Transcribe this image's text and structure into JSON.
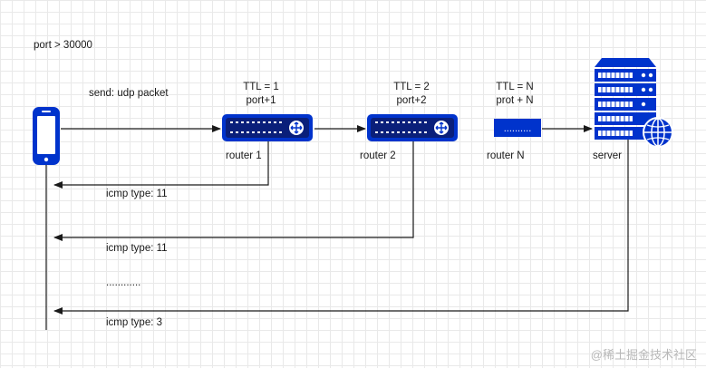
{
  "labels": {
    "port_note": "port > 30000",
    "send": "send: udp packet",
    "r1_ttl": "TTL = 1",
    "r1_port": "port+1",
    "r2_ttl": "TTL = 2",
    "r2_port": "port+2",
    "rn_ttl": "TTL = N",
    "rn_port": "prot + N",
    "router1": "router 1",
    "router2": "router 2",
    "routerN": "router N",
    "routerN_inner": "..........",
    "server": "server",
    "icmp1": "icmp  type: 11",
    "icmp2": "icmp  type: 11",
    "ellipsis": "............",
    "icmp3": "icmp type: 3"
  },
  "colors": {
    "device_blue": "#0033cc",
    "device_dark": "#0a1f7a",
    "line": "#1a1a1a"
  },
  "watermark": "@稀土掘金技术社区"
}
